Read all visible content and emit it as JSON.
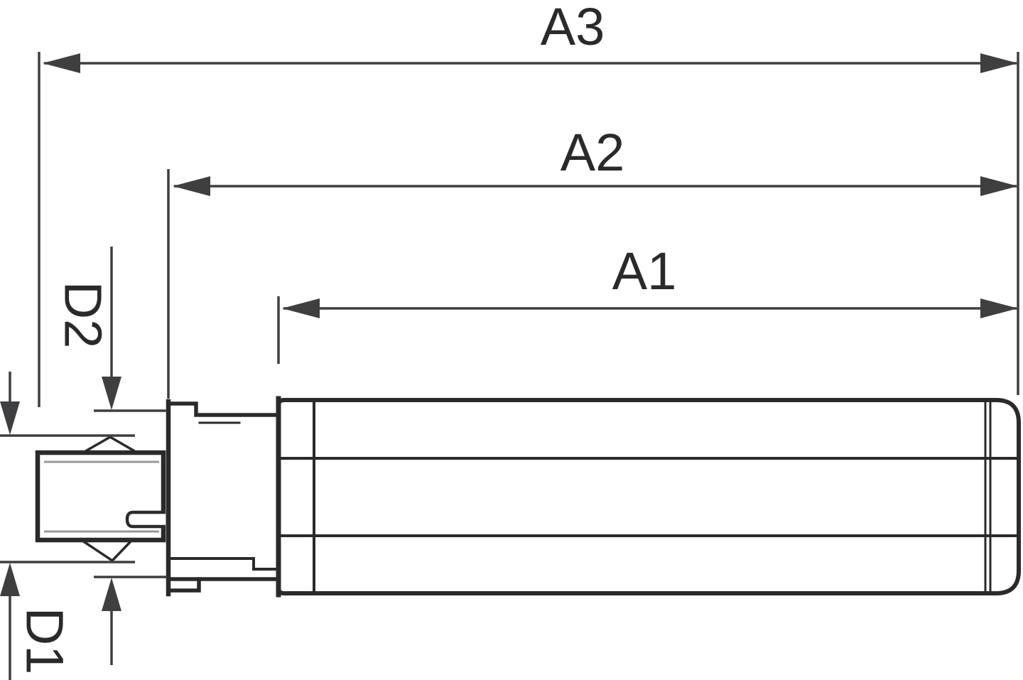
{
  "colors": {
    "background": "#ffffff",
    "outline": "#2a2a2c",
    "dimension": "#3f3f41",
    "detail": "#98989b",
    "label": "#2a2a2c"
  },
  "dimensions": {
    "a3": {
      "label": "A3"
    },
    "a2": {
      "label": "A2"
    },
    "a1": {
      "label": "A1"
    },
    "d2": {
      "label": "D2"
    },
    "d1": {
      "label": "D1"
    }
  }
}
